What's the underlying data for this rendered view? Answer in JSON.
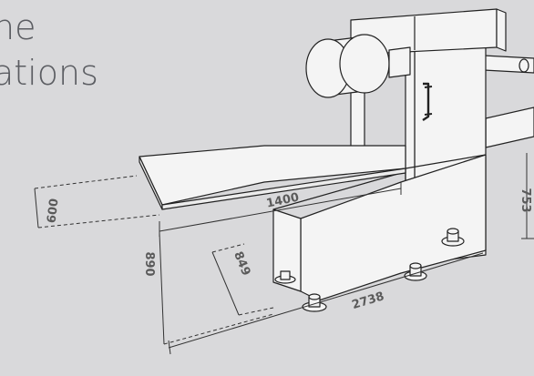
{
  "heading": {
    "line1": "ne",
    "line2": "ations"
  },
  "dimensions": {
    "conveyor_width": "600",
    "conveyor_length": "1400",
    "overall_height": "890",
    "working_height": "849",
    "overall_length": "2738",
    "outfeed_height": "753"
  },
  "colors": {
    "background": "#d9d9db",
    "machine_fill": "#f4f4f4",
    "outline": "#222222",
    "dimension_text": "#5a5a5a",
    "heading_text": "#5b5d62"
  }
}
